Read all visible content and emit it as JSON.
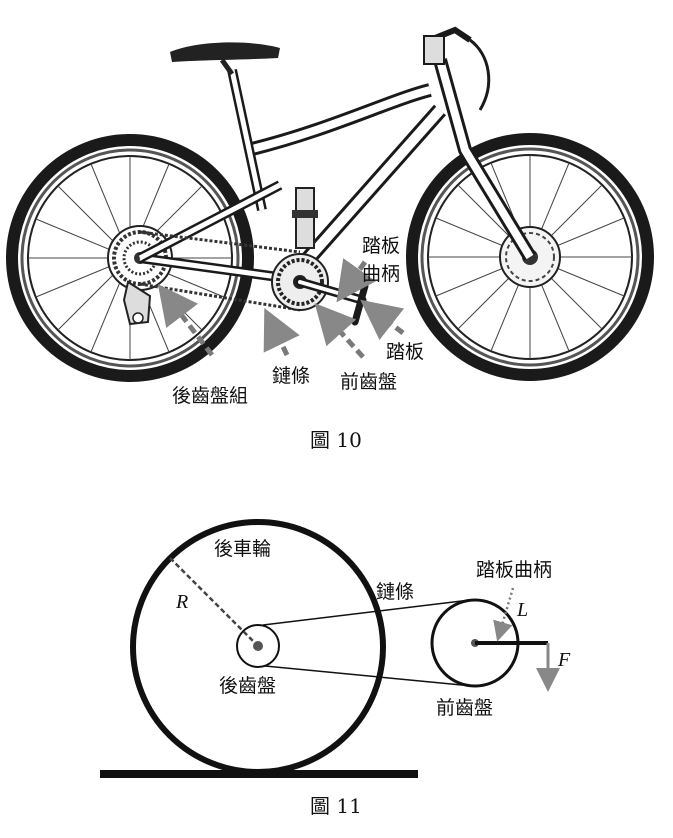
{
  "figure10": {
    "caption": "圖 10",
    "labels": {
      "pedal_crank_line1": "踏板",
      "pedal_crank_line2": "曲柄",
      "pedal": "踏板",
      "front_chainring": "前齒盤",
      "chain": "鏈條",
      "rear_cassette": "後齒盤組"
    }
  },
  "figure11": {
    "caption": "圖 11",
    "labels": {
      "rear_wheel": "後車輪",
      "chain": "鏈條",
      "pedal_crank": "踏板曲柄",
      "rear_sprocket": "後齒盤",
      "front_chainring": "前齒盤",
      "radius_symbol": "R",
      "crank_length_symbol": "L",
      "force_symbol": "F"
    }
  }
}
